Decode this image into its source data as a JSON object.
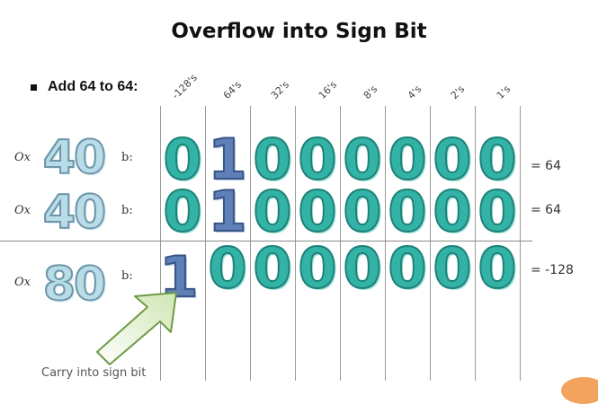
{
  "title": "Overflow into Sign Bit",
  "bullet": "Add 64 to 64:",
  "headers": [
    "-128's",
    "64's",
    "32's",
    "16's",
    "8's",
    "4's",
    "2's",
    "1's"
  ],
  "rows": [
    {
      "prefix": "Ox",
      "hex": "40",
      "suffix": "b:",
      "bits": [
        "0",
        "1",
        "0",
        "0",
        "0",
        "0",
        "0",
        "0"
      ],
      "value": "= 64"
    },
    {
      "prefix": "Ox",
      "hex": "40",
      "suffix": "b:",
      "bits": [
        "0",
        "1",
        "0",
        "0",
        "0",
        "0",
        "0",
        "0"
      ],
      "value": "= 64"
    },
    {
      "prefix": "Ox",
      "hex": "80",
      "suffix": "b:",
      "bits": [
        "1",
        "0",
        "0",
        "0",
        "0",
        "0",
        "0",
        "0"
      ],
      "value": "= -128"
    }
  ],
  "annotation": "Carry into sign bit"
}
